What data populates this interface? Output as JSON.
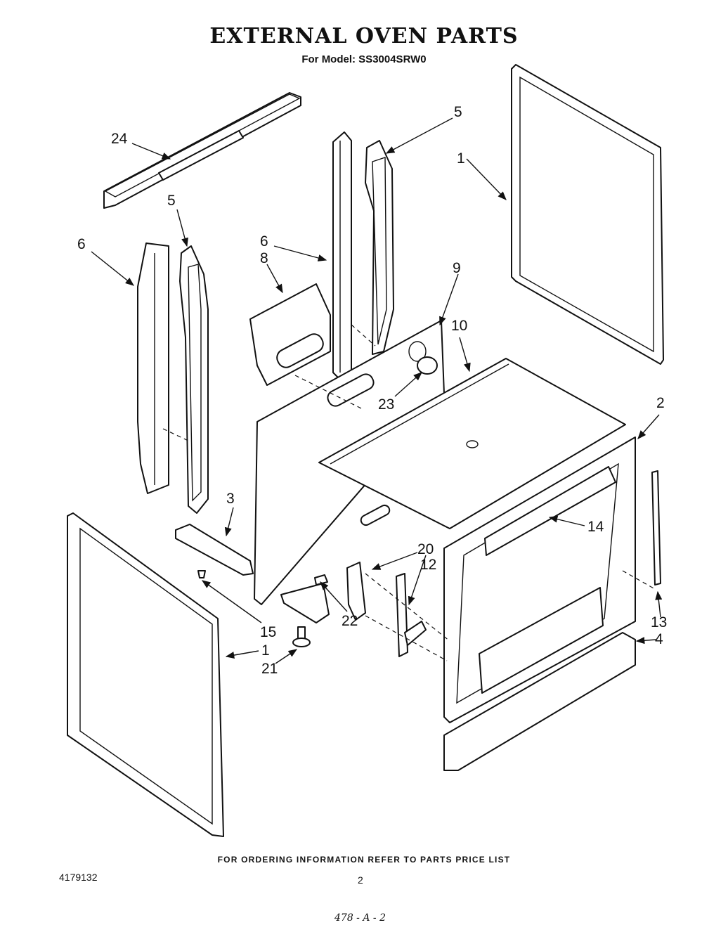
{
  "header": {
    "title": "EXTERNAL OVEN PARTS",
    "subtitle": "For Model: SS3004SRW0"
  },
  "callouts": [
    "24",
    "5",
    "1",
    "6",
    "5",
    "6",
    "8",
    "9",
    "10",
    "23",
    "2",
    "3",
    "14",
    "20",
    "12",
    "15",
    "22",
    "13",
    "1",
    "21",
    "4"
  ],
  "footer": {
    "note": "FOR ORDERING INFORMATION REFER TO PARTS PRICE LIST",
    "doc_number": "4179132",
    "page_number": "2",
    "handwritten": "478 - A - 2"
  }
}
